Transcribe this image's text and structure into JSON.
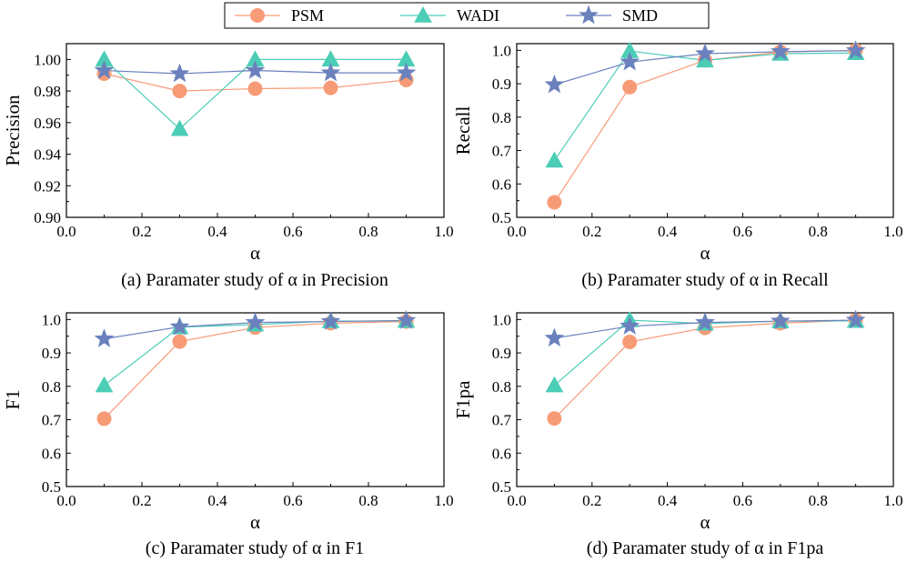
{
  "legend": {
    "position": "top-center",
    "entries": [
      {
        "name": "PSM",
        "color": "#F79B77",
        "marker": "circle"
      },
      {
        "name": "WADI",
        "color": "#4CCDB6",
        "marker": "triangle"
      },
      {
        "name": "SMD",
        "color": "#6A81BD",
        "marker": "star"
      }
    ]
  },
  "chart_data": [
    {
      "type": "line",
      "caption": "(a) Paramater study of α in Precision",
      "xlabel": "α",
      "ylabel": "Precision",
      "xlim": [
        0.0,
        1.0
      ],
      "ylim": [
        0.9,
        1.01
      ],
      "xticks": [
        "0.0",
        "0.2",
        "0.4",
        "0.6",
        "0.8",
        "1.0"
      ],
      "yticks": [
        "0.90",
        "0.92",
        "0.94",
        "0.96",
        "0.98",
        "1.00"
      ],
      "grid": false,
      "x": [
        0.1,
        0.3,
        0.5,
        0.7,
        0.9
      ],
      "series": [
        {
          "name": "PSM",
          "values": [
            0.991,
            0.98,
            0.9815,
            0.982,
            0.987
          ]
        },
        {
          "name": "WADI",
          "values": [
            1.0,
            0.956,
            1.0,
            1.0,
            1.0
          ]
        },
        {
          "name": "SMD",
          "values": [
            0.993,
            0.991,
            0.993,
            0.9915,
            0.9915
          ]
        }
      ]
    },
    {
      "type": "line",
      "caption": "(b) Paramater study of α in Recall",
      "xlabel": "α",
      "ylabel": "Recall",
      "xlim": [
        0.0,
        1.0
      ],
      "ylim": [
        0.5,
        1.02
      ],
      "xticks": [
        "0.0",
        "0.2",
        "0.4",
        "0.6",
        "0.8",
        "1.0"
      ],
      "yticks": [
        "0.5",
        "0.6",
        "0.7",
        "0.8",
        "0.9",
        "1.0"
      ],
      "grid": false,
      "x": [
        0.1,
        0.3,
        0.5,
        0.7,
        0.9
      ],
      "series": [
        {
          "name": "PSM",
          "values": [
            0.545,
            0.89,
            0.97,
            0.995,
            1.0
          ]
        },
        {
          "name": "WADI",
          "values": [
            0.67,
            0.998,
            0.97,
            0.99,
            0.992
          ]
        },
        {
          "name": "SMD",
          "values": [
            0.897,
            0.965,
            0.99,
            0.996,
            0.999
          ]
        }
      ]
    },
    {
      "type": "line",
      "caption": "(c) Paramater study of α in F1",
      "xlabel": "α",
      "ylabel": "F1",
      "xlim": [
        0.0,
        1.0
      ],
      "ylim": [
        0.5,
        1.02
      ],
      "xticks": [
        "0.0",
        "0.2",
        "0.4",
        "0.6",
        "0.8",
        "1.0"
      ],
      "yticks": [
        "0.5",
        "0.6",
        "0.7",
        "0.8",
        "0.9",
        "1.0"
      ],
      "grid": false,
      "x": [
        0.1,
        0.3,
        0.5,
        0.7,
        0.9
      ],
      "series": [
        {
          "name": "PSM",
          "values": [
            0.703,
            0.934,
            0.976,
            0.989,
            0.994
          ]
        },
        {
          "name": "WADI",
          "values": [
            0.803,
            0.977,
            0.985,
            0.995,
            0.996
          ]
        },
        {
          "name": "SMD",
          "values": [
            0.942,
            0.978,
            0.991,
            0.994,
            0.997
          ]
        }
      ]
    },
    {
      "type": "line",
      "caption": "(d) Paramater study of α in F1pa",
      "xlabel": "α",
      "ylabel": "F1pa",
      "xlim": [
        0.0,
        1.0
      ],
      "ylim": [
        0.5,
        1.02
      ],
      "xticks": [
        "0.0",
        "0.2",
        "0.4",
        "0.6",
        "0.8",
        "1.0"
      ],
      "yticks": [
        "0.5",
        "0.6",
        "0.7",
        "0.8",
        "0.9",
        "1.0"
      ],
      "grid": false,
      "x": [
        0.1,
        0.3,
        0.5,
        0.7,
        0.9
      ],
      "series": [
        {
          "name": "PSM",
          "values": [
            0.704,
            0.933,
            0.975,
            0.989,
            0.998
          ]
        },
        {
          "name": "WADI",
          "values": [
            0.803,
            0.998,
            0.988,
            0.995,
            0.996
          ]
        },
        {
          "name": "SMD",
          "values": [
            0.944,
            0.98,
            0.991,
            0.995,
            0.998
          ]
        }
      ]
    }
  ]
}
